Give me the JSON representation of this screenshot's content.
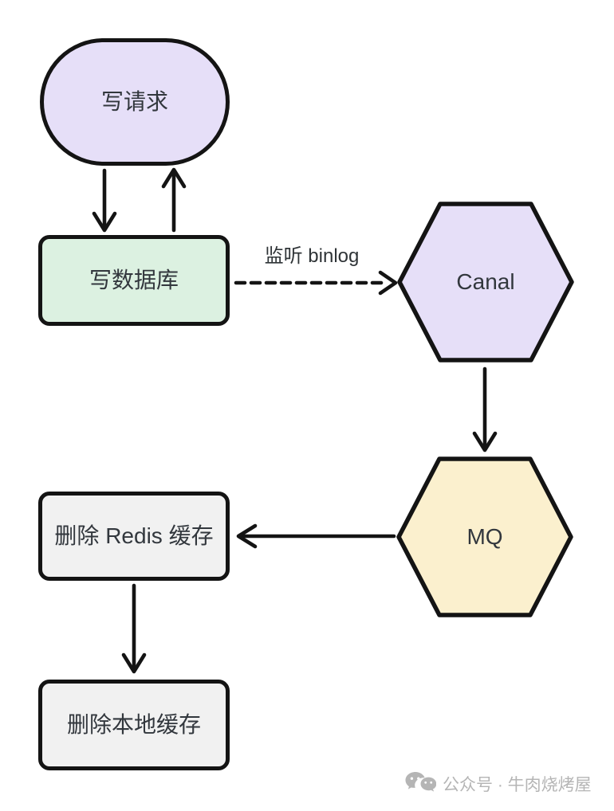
{
  "diagram": {
    "background": "#ffffff",
    "stroke_color": "#141414",
    "text_color": "#32373d",
    "nodes": {
      "write_request": {
        "label": "写请求",
        "shape": "stadium",
        "fill": "#e6dff8"
      },
      "write_db": {
        "label": "写数据库",
        "shape": "rounded-rectangle",
        "fill": "#dcf1e1"
      },
      "canal": {
        "label": "Canal",
        "shape": "hexagon",
        "fill": "#e6dff8"
      },
      "mq": {
        "label": "MQ",
        "shape": "hexagon",
        "fill": "#fbf0ce"
      },
      "delete_redis_cache": {
        "label": "删除 Redis 缓存",
        "shape": "rounded-rectangle",
        "fill": "#f1f1f1"
      },
      "delete_local_cache": {
        "label": "删除本地缓存",
        "shape": "rounded-rectangle",
        "fill": "#f1f1f1"
      }
    },
    "edges": {
      "binlog_label": "监听 binlog"
    },
    "watermark": {
      "icon": "wechat-icon",
      "text": "公众号 · 牛肉烧烤屋",
      "color": "#b5b5b5"
    }
  }
}
